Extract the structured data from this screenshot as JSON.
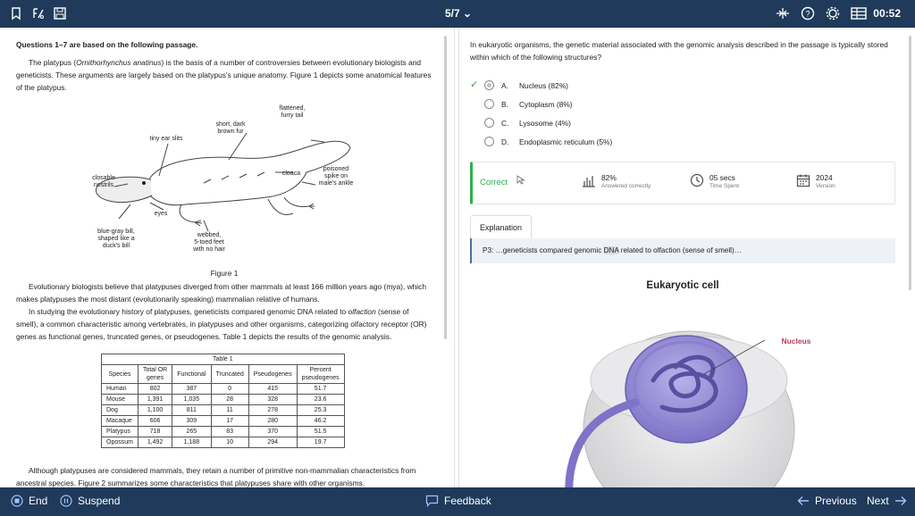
{
  "topbar": {
    "counter": "5/7",
    "timer": "00:52",
    "icons": [
      "bookmark-icon",
      "percent-icon",
      "save-icon",
      "collapse-icon",
      "help-icon",
      "gear-icon",
      "layout-icon"
    ]
  },
  "passage": {
    "heading": "Questions 1–7 are based on the following passage.",
    "p1_a": "The platypus (",
    "p1_i": "Ornithorhynchus anatinus",
    "p1_b": ") is the basis of a number of controversies between evolutionary biologists and geneticists.  These arguments are largely based on the platypus's unique anatomy.  Figure 1 depicts some anatomical features of the platypus.",
    "figure_labels": {
      "tail": "flattened,\nfurry tail",
      "fur": "short, dark\nbrown fur",
      "ears": "tiny ear slits",
      "cloaca": "cloaca",
      "spike": "poisoned\nspike on\nmale's ankle",
      "nostrils": "closable\nnostrils",
      "eyes": "eyes",
      "bill": "blue-gray bill,\nshaped like a\nduck's bill",
      "feet": "webbed,\n5-toed feet\nwith no hair"
    },
    "figure_caption": "Figure 1",
    "p2": "Evolutionary biologists believe that platypuses diverged from other mammals at least 166 million years ago (mya), which makes platypuses the most distant (evolutionarily speaking) mammalian relative of humans.",
    "p3_a": "In studying the evolutionary history of platypuses, geneticists compared genomic DNA related to ",
    "p3_i": "olfaction",
    "p3_b": " (sense of smell), a common characteristic among vertebrates, in platypuses and other organisms, categorizing olfactory receptor (OR) genes as functional genes, truncated genes, or pseudogenes.  Table 1 depicts the results of the genomic analysis.",
    "table": {
      "title": "Table 1",
      "headers": [
        "Species",
        "Total OR\ngenes",
        "Functional",
        "Truncated",
        "Pseudogenes",
        "Percent\npseudogenes"
      ],
      "rows": [
        [
          "Human",
          "802",
          "387",
          "0",
          "415",
          "51.7"
        ],
        [
          "Mouse",
          "1,391",
          "1,035",
          "28",
          "328",
          "23.6"
        ],
        [
          "Dog",
          "1,100",
          "811",
          "11",
          "278",
          "25.3"
        ],
        [
          "Macaque",
          "606",
          "309",
          "17",
          "280",
          "46.2"
        ],
        [
          "Platypus",
          "718",
          "265",
          "83",
          "370",
          "51.5"
        ],
        [
          "Opossum",
          "1,492",
          "1,188",
          "10",
          "294",
          "19.7"
        ]
      ]
    },
    "p4": "Although platypuses are considered mammals, they retain a number of primitive non-mammalian characteristics from ancestral species.  Figure 2 summarizes some characteristics that platypuses share with other organisms."
  },
  "question": {
    "text": "In eukaryotic organisms, the genetic material associated with the genomic analysis described in the passage is typically stored within which of the following structures?",
    "choices": [
      {
        "letter": "A.",
        "label": "Nucleus (82%)",
        "selected": true,
        "correct": true
      },
      {
        "letter": "B.",
        "label": "Cytoplasm (8%)",
        "selected": false,
        "correct": false
      },
      {
        "letter": "C.",
        "label": "Lysosome (4%)",
        "selected": false,
        "correct": false
      },
      {
        "letter": "D.",
        "label": "Endoplasmic reticulum (5%)",
        "selected": false,
        "correct": false
      }
    ]
  },
  "result": {
    "status": "Correct",
    "status_color": "#2bb24c",
    "pct": "82%",
    "pct_label": "Answered correctly",
    "time": "05 secs",
    "time_label": "Time Spent",
    "version": "2024",
    "version_label": "Version"
  },
  "explanation": {
    "tab": "Explanation",
    "ref_pre": "P3:  …geneticists compared genomic ",
    "ref_hl": "DNA",
    "ref_post": " related to olfaction (sense of smell)…",
    "image_title": "Eukaryotic cell",
    "nucleus_label": "Nucleus",
    "nucleus_color": "#b5415a"
  },
  "bottombar": {
    "end": "End",
    "suspend": "Suspend",
    "feedback": "Feedback",
    "previous": "Previous",
    "next": "Next"
  },
  "colors": {
    "bar": "#1f3a5a",
    "accent": "#4a6fa5"
  }
}
